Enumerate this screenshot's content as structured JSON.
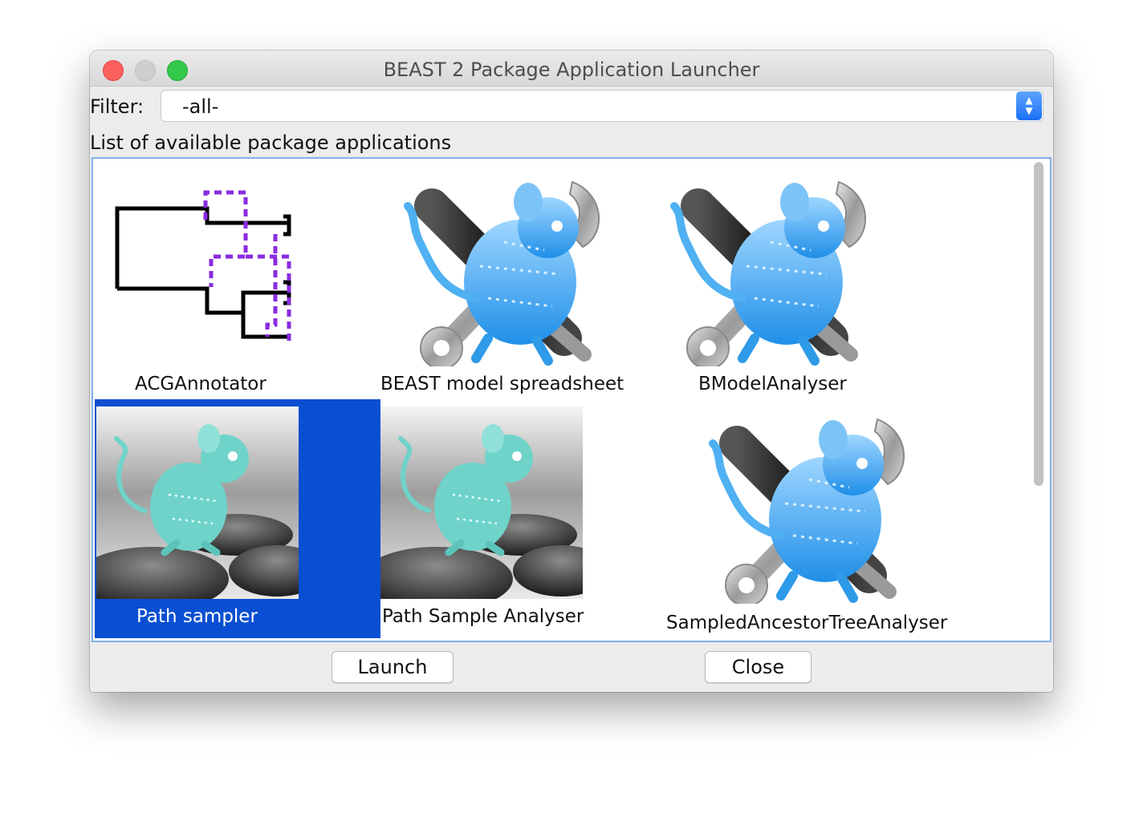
{
  "window": {
    "title": "BEAST 2 Package Application Launcher"
  },
  "filter": {
    "label": "Filter:",
    "value": "-all-"
  },
  "list": {
    "label": "List of available package applications",
    "items": [
      {
        "label": "ACGAnnotator",
        "icon": "tree-graph-icon"
      },
      {
        "label": "BEAST model spreadsheet",
        "icon": "beast-tools-icon"
      },
      {
        "label": "BModelAnalyser",
        "icon": "beast-tools-icon"
      },
      {
        "label": "Path sampler",
        "icon": "path-sampler-icon",
        "selected": true
      },
      {
        "label": "Path Sample Analyser",
        "icon": "path-sampler-icon"
      },
      {
        "label": "SampledAncestorTreeAnalyser",
        "icon": "beast-tools-icon"
      }
    ]
  },
  "buttons": {
    "launch": "Launch",
    "close": "Close"
  },
  "colors": {
    "selection": "#0a4fd1",
    "tree_dashed": "#8a2be2",
    "mouse_blue": "#49a8f0",
    "mouse_teal": "#6fd3c9"
  }
}
